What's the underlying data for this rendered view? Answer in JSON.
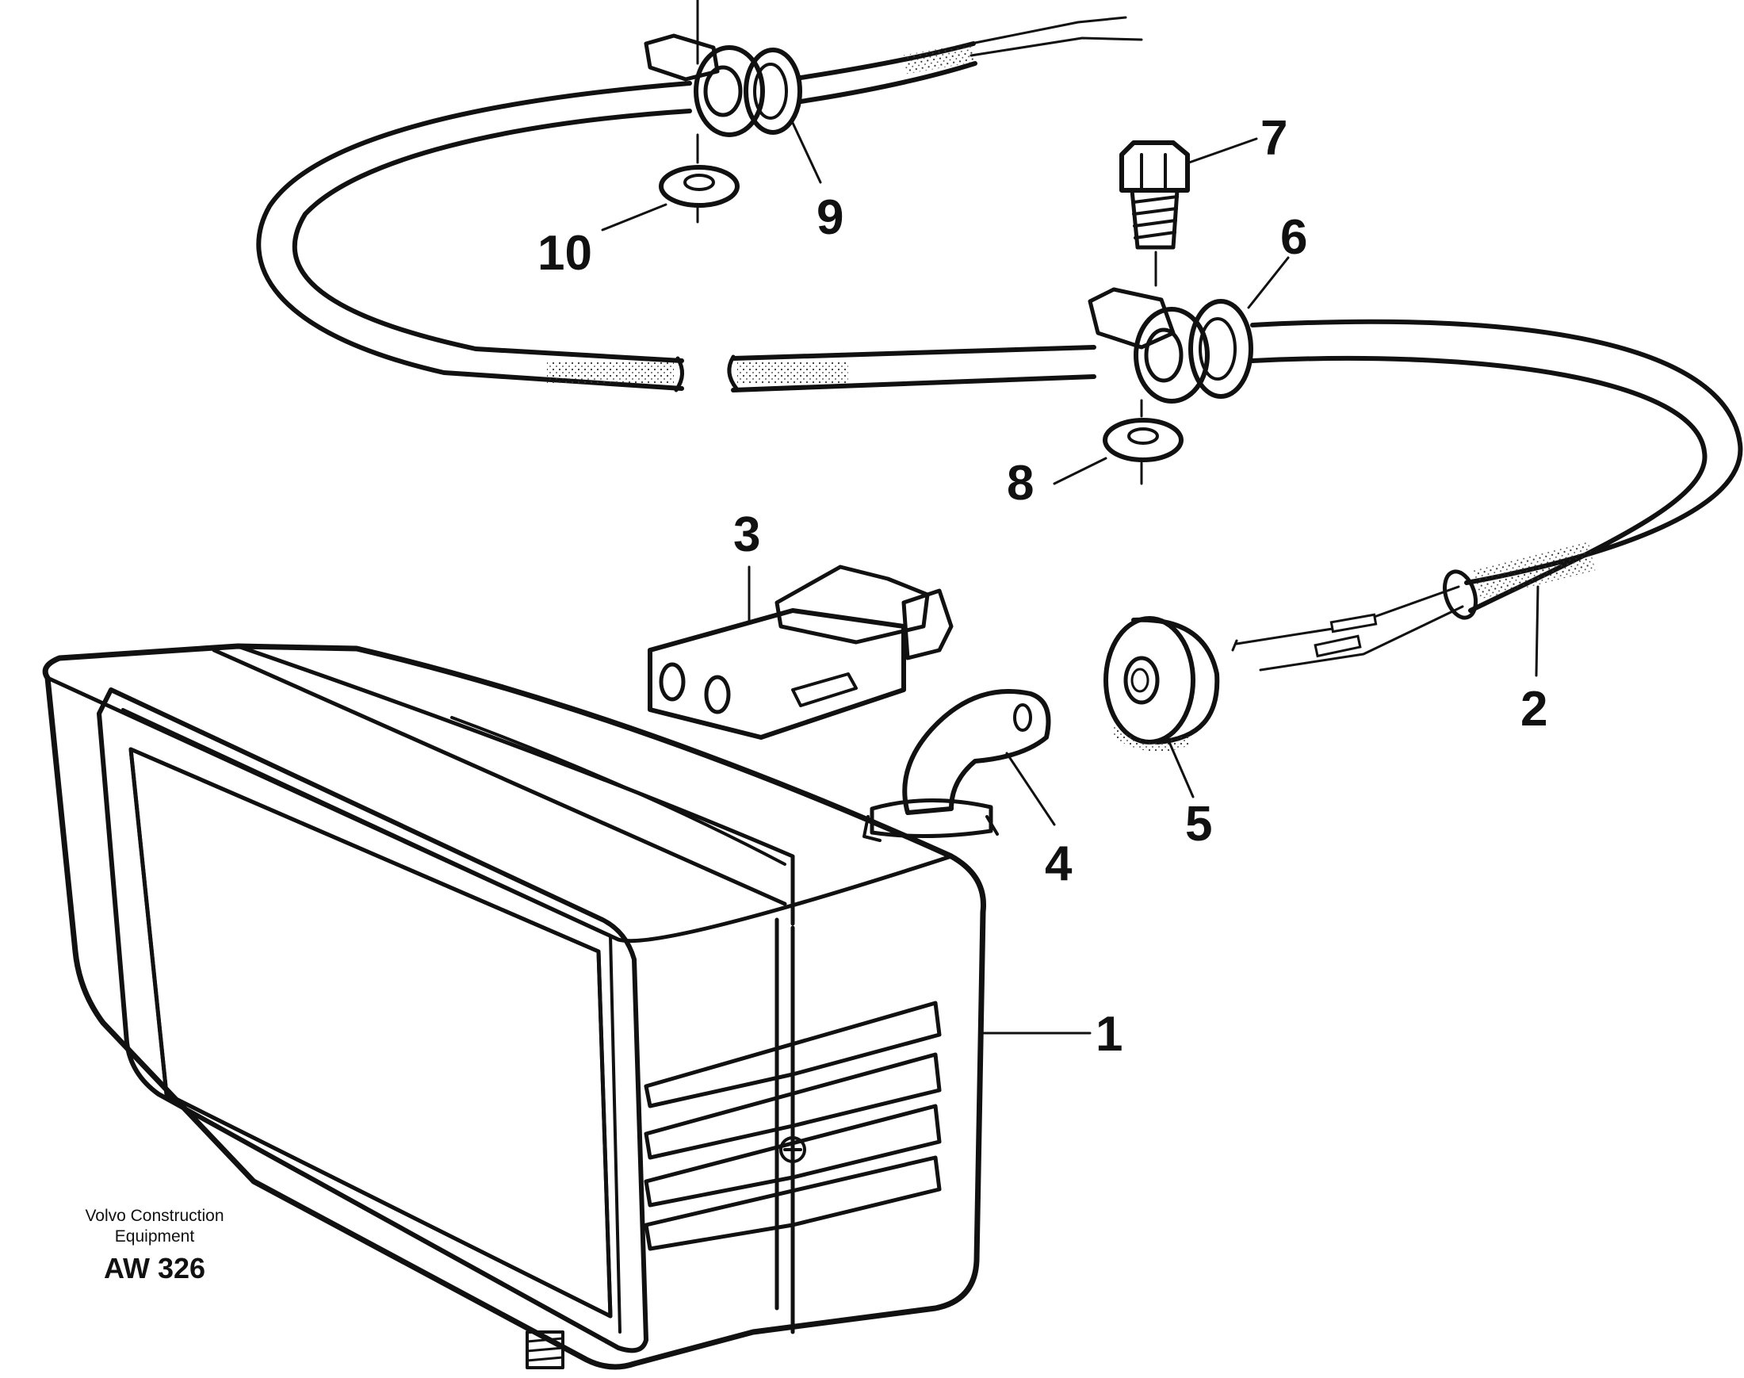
{
  "callouts": [
    "1",
    "2",
    "3",
    "4",
    "5",
    "6",
    "7",
    "8",
    "9",
    "10"
  ],
  "caption": {
    "line1": "Volvo Construction",
    "line2": "Equipment",
    "code": "AW 326"
  },
  "parts": [
    "lamp-housing-icon",
    "cable-harness-icon",
    "connector-icon",
    "bulb-holder-icon",
    "grommet-icon",
    "cable-clamp-icon",
    "screw-icon",
    "washer-icon",
    "cable-clamp-icon",
    "washer-icon"
  ]
}
